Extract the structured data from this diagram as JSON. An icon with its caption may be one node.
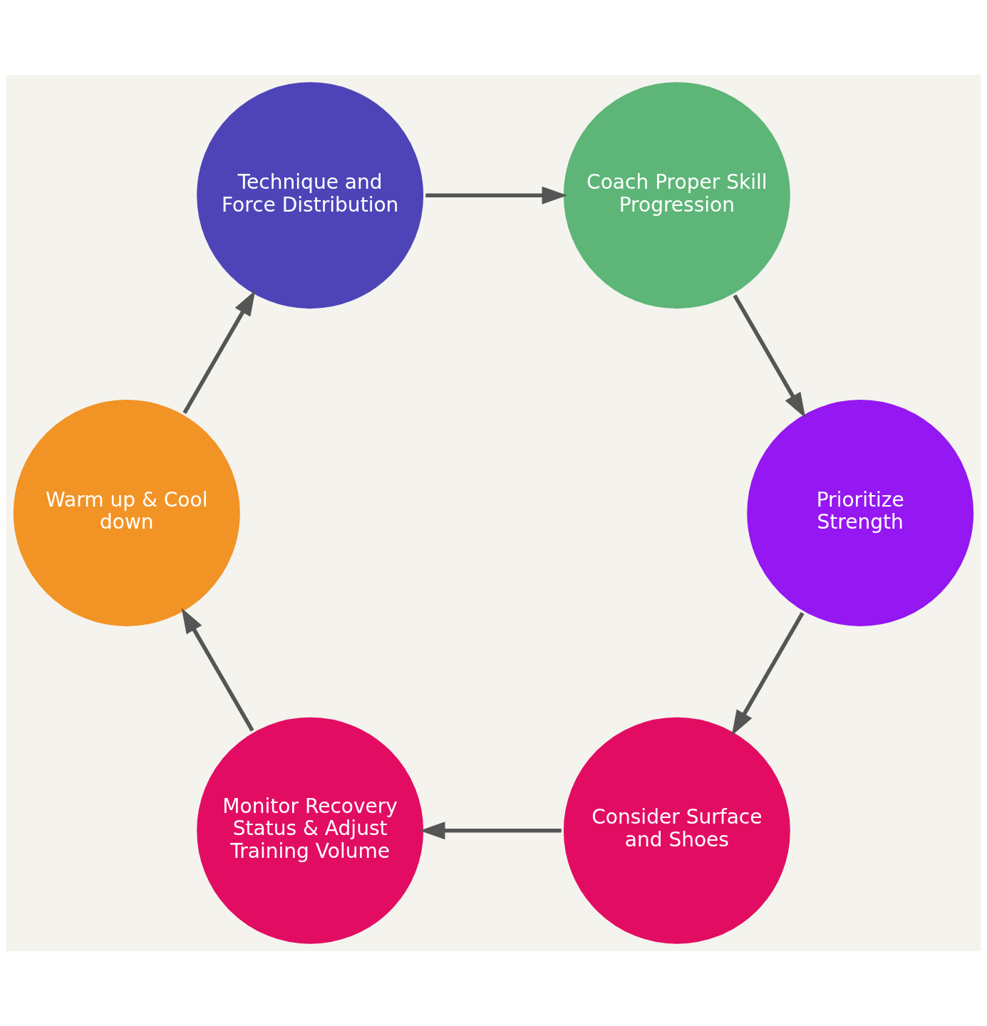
{
  "diagram": {
    "nodes": [
      {
        "text": [
          "Consider Surface and Shoes"
        ]
      },
      {
        "text": [
          "Monitor Recovery Status & Adjust Training Volume"
        ]
      },
      {
        "text": [
          "Warm up & Cool down"
        ]
      },
      {
        "text": [
          "Technique and Force Distribution"
        ]
      },
      {
        "text": [
          "Coach Proper Skill Progression"
        ]
      },
      {
        "text": [
          "Prioritize Strength"
        ]
      }
    ],
    "edges": [
      {
        "from": 0,
        "to": 1,
        "arrow": "to"
      },
      {
        "from": 1,
        "to": 2,
        "arrow": "to"
      },
      {
        "from": 2,
        "to": 3,
        "arrow": "to"
      },
      {
        "from": 3,
        "to": 4,
        "arrow": "to"
      },
      {
        "from": 4,
        "to": 5,
        "arrow": "to"
      },
      {
        "from": 5,
        "to": 0,
        "arrow": "to"
      }
    ]
  }
}
